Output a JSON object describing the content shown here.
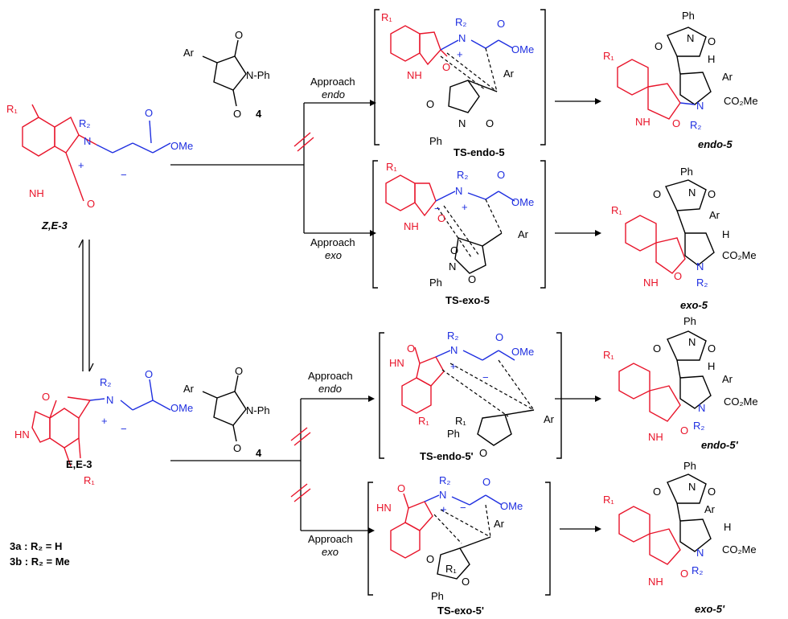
{
  "labels": {
    "ze3": "Z,E-3",
    "ee3": "E,E-3",
    "def_3a": "3a : R₂ = H",
    "def_3b": "3b : R₂ = Me",
    "dipolarophile_num": "4",
    "ts_endo5": "TS-endo-5",
    "ts_exo5": "TS-exo-5",
    "ts_endo5p": "TS-endo-5'",
    "ts_exo5p": "TS-exo-5'",
    "p_endo5": "endo-5",
    "p_exo5": "exo-5",
    "p_endo5p": "endo-5'",
    "p_exo5p": "exo-5'",
    "approach": "Approach",
    "endo": "endo",
    "exo": "exo"
  },
  "atoms": {
    "R1": "R₁",
    "R2": "R₂",
    "NH": "NH",
    "HN": "HN",
    "N": "N",
    "O": "O",
    "OMe": "OMe",
    "Ar": "Ar",
    "Ph": "Ph",
    "N_Ph": "N-Ph",
    "H": "H",
    "CO2Me": "CO₂Me",
    "plus": "+",
    "minus": "−"
  },
  "colors": {
    "isatin": "#e8142a",
    "ylide": "#1f2fe0",
    "default": "#000000"
  }
}
